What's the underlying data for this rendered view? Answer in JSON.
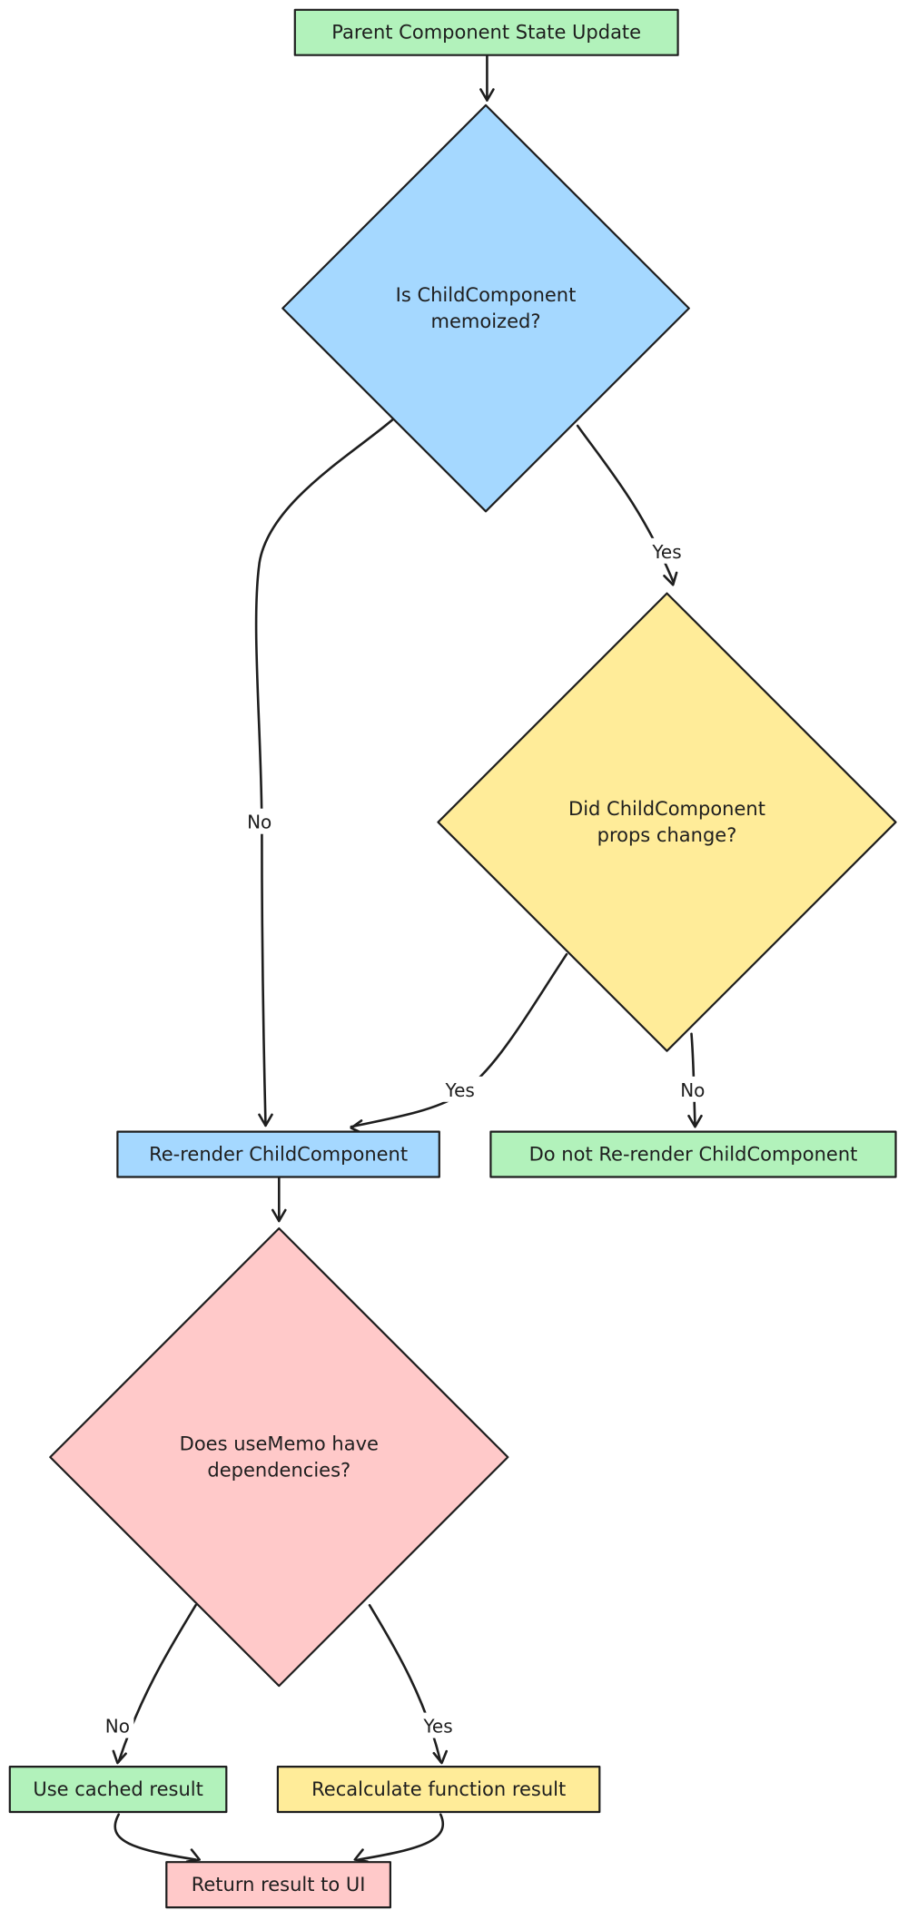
{
  "colors": {
    "green": "#b2f2bb",
    "blue": "#a5d8ff",
    "yellow": "#ffec99",
    "red": "#ffc9c9",
    "stroke": "#1e1e1e",
    "background": "#ffffff"
  },
  "nodes": {
    "parent_update": {
      "shape": "rectangle",
      "color": "green",
      "lines": [
        "Parent Component State Update"
      ]
    },
    "is_memoized": {
      "shape": "diamond",
      "color": "blue",
      "lines": [
        "Is ChildComponent",
        "memoized?"
      ]
    },
    "props_changed": {
      "shape": "diamond",
      "color": "yellow",
      "lines": [
        "Did ChildComponent",
        "props change?"
      ]
    },
    "rerender_child": {
      "shape": "rectangle",
      "color": "blue",
      "lines": [
        "Re-render ChildComponent"
      ]
    },
    "do_not_rerender": {
      "shape": "rectangle",
      "color": "green",
      "lines": [
        "Do not Re-render ChildComponent"
      ]
    },
    "usememo_deps": {
      "shape": "diamond",
      "color": "red",
      "lines": [
        "Does useMemo have",
        "dependencies?"
      ]
    },
    "use_cached": {
      "shape": "rectangle",
      "color": "green",
      "lines": [
        "Use cached result"
      ]
    },
    "recalculate": {
      "shape": "rectangle",
      "color": "yellow",
      "lines": [
        "Recalculate function result"
      ]
    },
    "return_result": {
      "shape": "rectangle",
      "color": "red",
      "lines": [
        "Return result to UI"
      ]
    }
  },
  "edges": [
    {
      "from": "parent_update",
      "to": "is_memoized",
      "label": ""
    },
    {
      "from": "is_memoized",
      "to": "rerender_child",
      "label": "No"
    },
    {
      "from": "is_memoized",
      "to": "props_changed",
      "label": "Yes"
    },
    {
      "from": "props_changed",
      "to": "rerender_child",
      "label": "Yes"
    },
    {
      "from": "props_changed",
      "to": "do_not_rerender",
      "label": "No"
    },
    {
      "from": "rerender_child",
      "to": "usememo_deps",
      "label": ""
    },
    {
      "from": "usememo_deps",
      "to": "use_cached",
      "label": "No"
    },
    {
      "from": "usememo_deps",
      "to": "recalculate",
      "label": "Yes"
    },
    {
      "from": "use_cached",
      "to": "return_result",
      "label": ""
    },
    {
      "from": "recalculate",
      "to": "return_result",
      "label": ""
    }
  ]
}
